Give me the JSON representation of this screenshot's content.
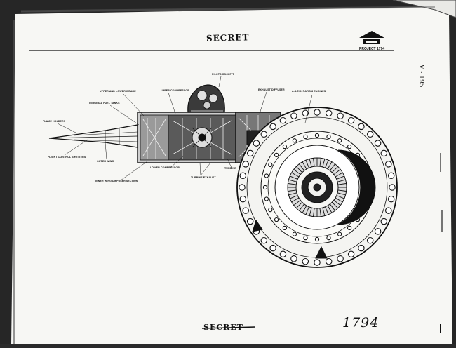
{
  "document": {
    "header_stamp": "SECRET",
    "footer_stamp": "SECRET",
    "project_label": "PROJECT 1794",
    "page_ref": "V - 195",
    "handwritten_number": "1794"
  },
  "callouts": [
    {
      "id": "pilots-cockpit",
      "label": "PILOTS COCKPIT"
    },
    {
      "id": "upper-lower-intake",
      "label": "UPPER AND LOWER INTAKE"
    },
    {
      "id": "upper-compressor",
      "label": "UPPER COMPRESSOR"
    },
    {
      "id": "exhaust-diffuser",
      "label": "EXHAUST DIFFUSER"
    },
    {
      "id": "ratio-engines",
      "label": "A.S.T.M. RATIO 8 ENGINES"
    },
    {
      "id": "integral-fuel-tanks",
      "label": "INTEGRAL FUEL TANKS"
    },
    {
      "id": "flame-holders",
      "label": "FLAME HOLDERS"
    },
    {
      "id": "flight-control-shutters",
      "label": "FLIGHT CONTROL SHUTTERS"
    },
    {
      "id": "outer-wing",
      "label": "OUTER WING"
    },
    {
      "id": "lower-compressor",
      "label": "LOWER COMPRESSOR"
    },
    {
      "id": "turbine-exhaust",
      "label": "TURBINE EXHAUST"
    },
    {
      "id": "turbine",
      "label": "TURBINE"
    },
    {
      "id": "inner-wing-diffuser",
      "label": "INNER WING DIFFUSER SECTION"
    }
  ]
}
